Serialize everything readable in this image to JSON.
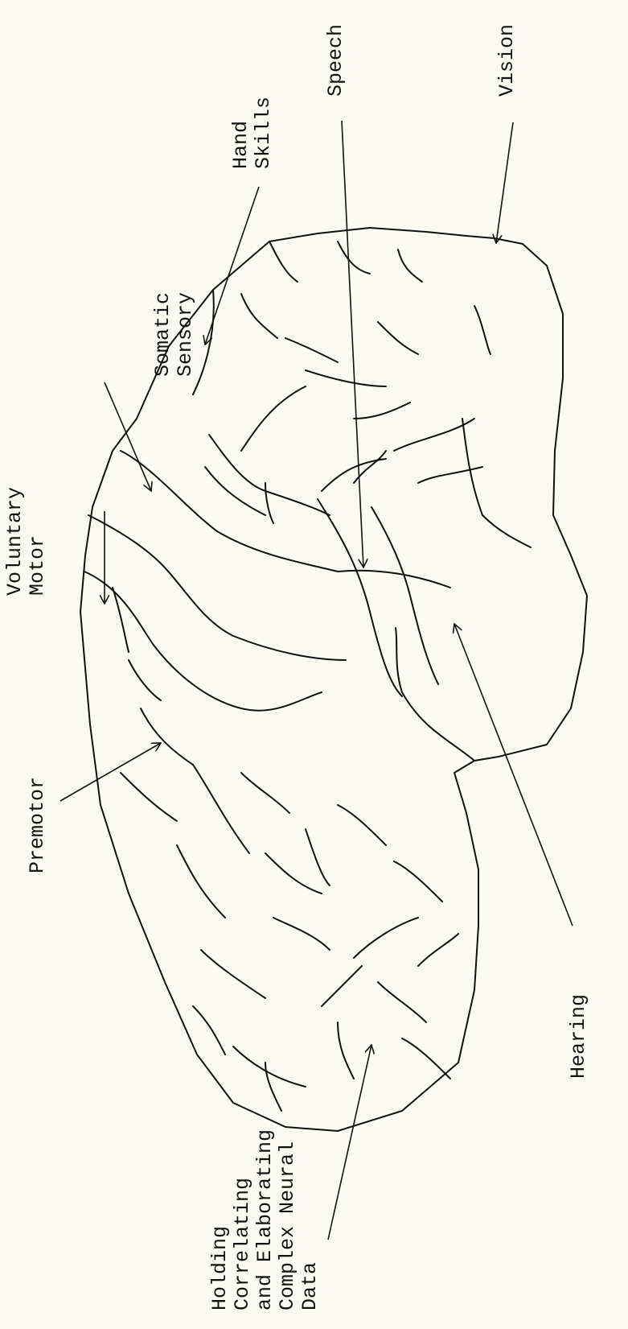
{
  "diagram": {
    "labels": {
      "speech": "Speech",
      "vision": "Vision",
      "hand_skills": [
        "Hand",
        "Skills"
      ],
      "somatic_sensory": [
        "Somatic",
        "Sensory"
      ],
      "voluntary_motor": [
        "Voluntary",
        "Motor"
      ],
      "premotor": "Premotor",
      "holding": [
        "Holding",
        "Correlating",
        "and Elaborating",
        "Complex Neural",
        "Data"
      ],
      "hearing": "Hearing"
    },
    "ink_color": "#111111",
    "paper_color": "#fbfbf4"
  }
}
